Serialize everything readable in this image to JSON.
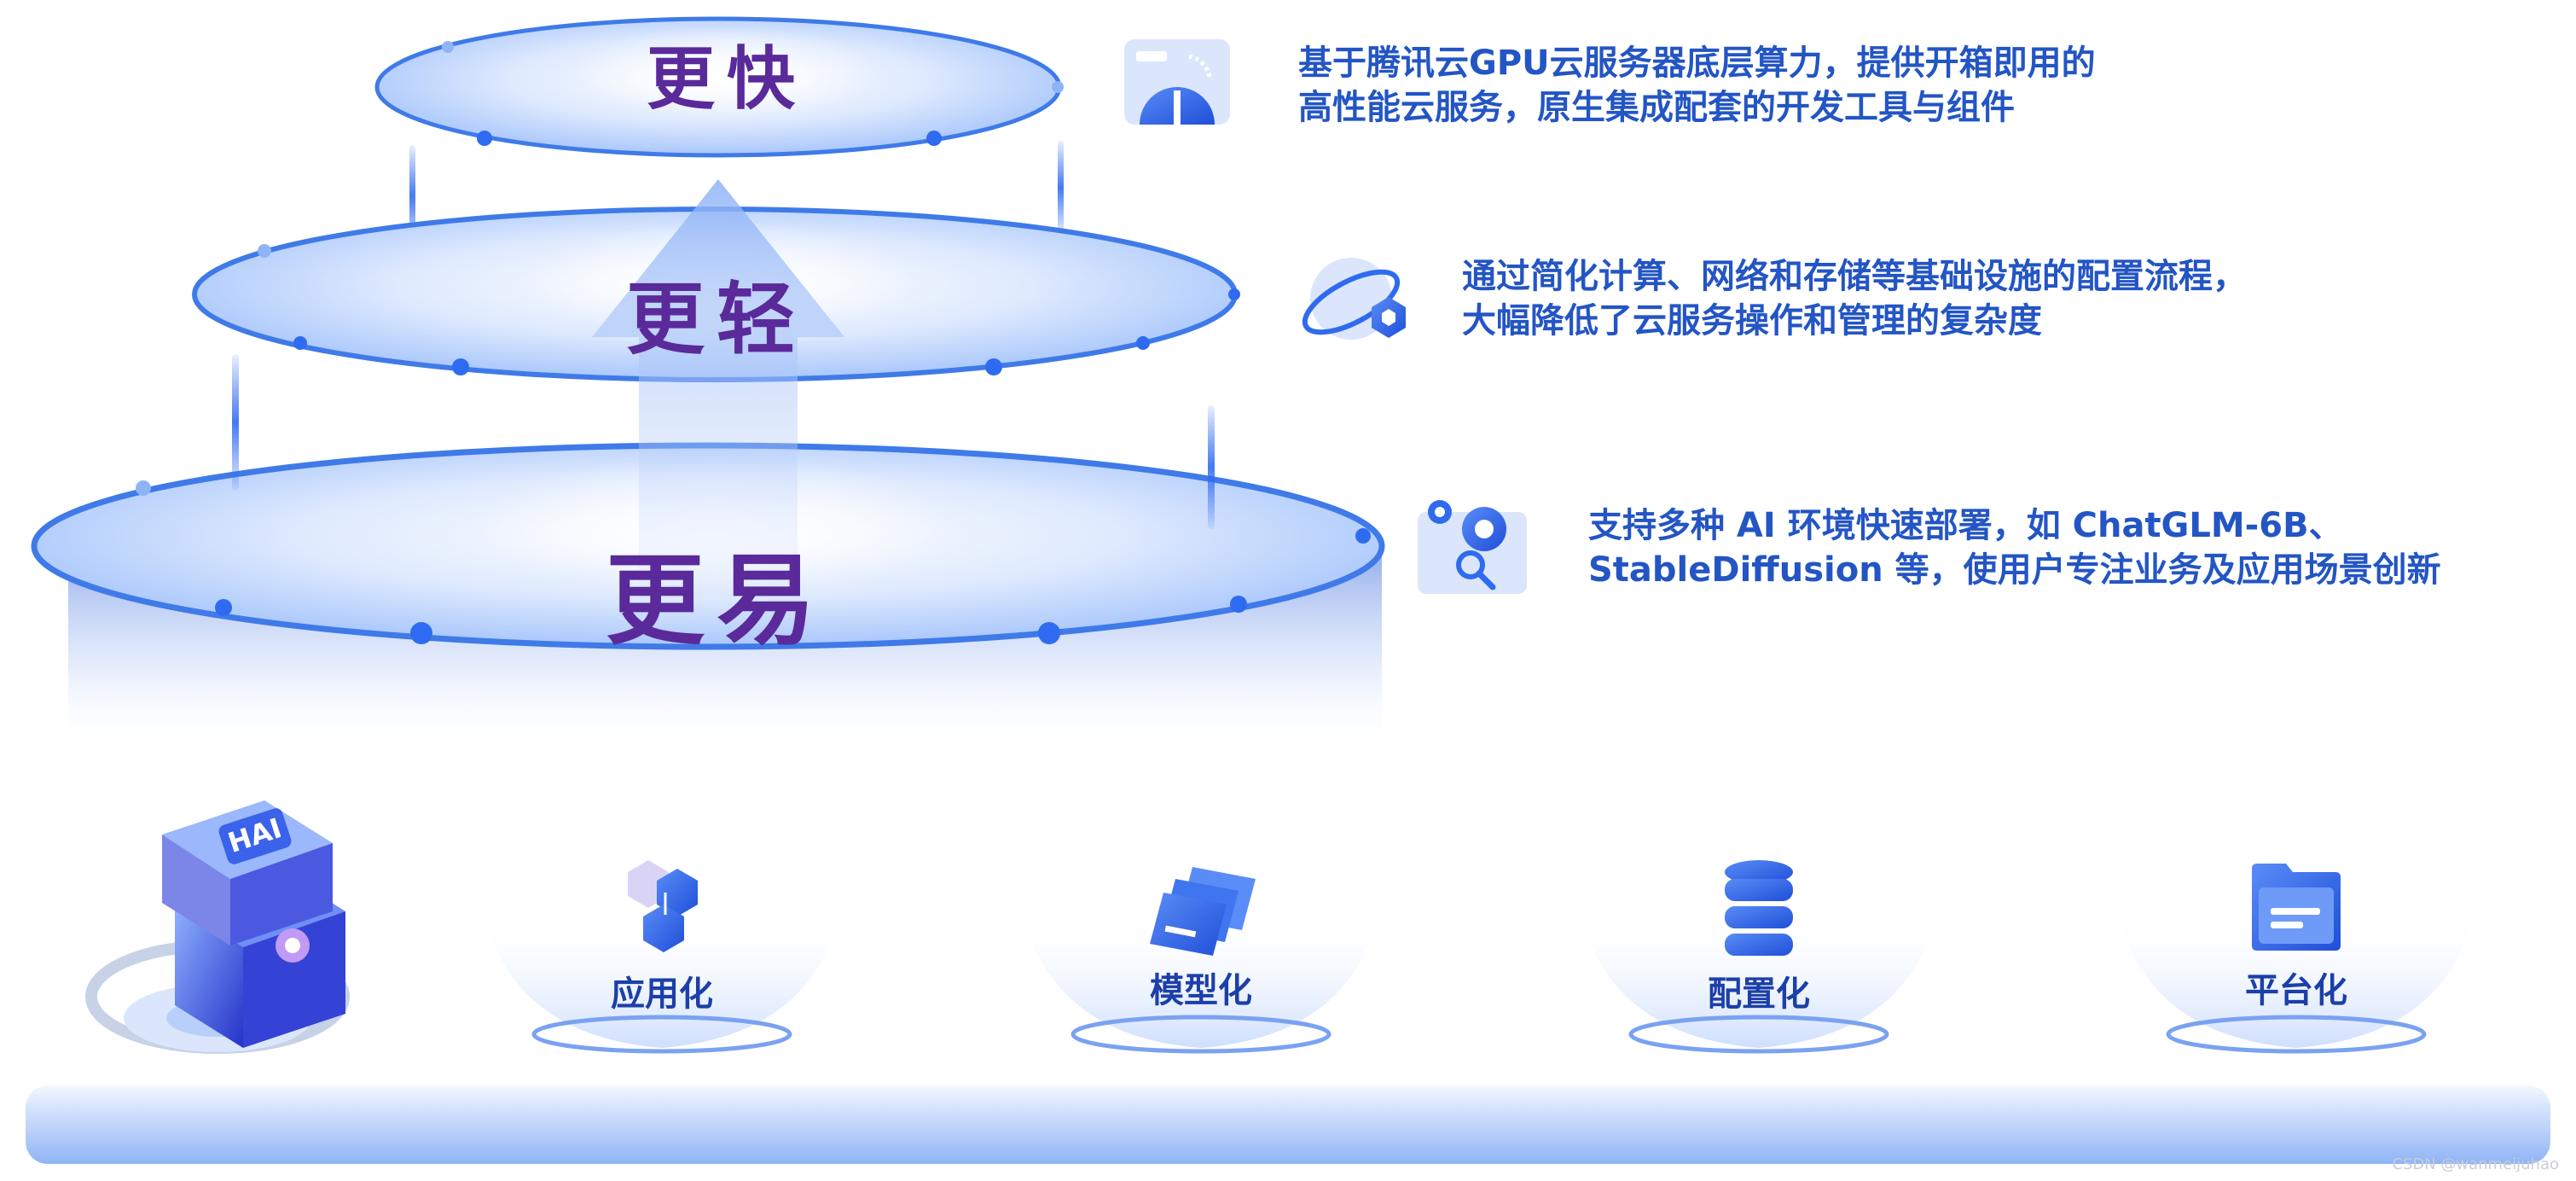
{
  "tiers": [
    {
      "label": "更快",
      "description": [
        "基于腾讯云GPU云服务器底层算力，提供开箱即用的",
        "高性能云服务，原生集成配套的开发工具与组件"
      ],
      "icon": "gauge-icon"
    },
    {
      "label": "更轻",
      "description": [
        "通过简化计算、网络和存储等基础设施的配置流程，",
        "大幅降低了云服务操作和管理的复杂度"
      ],
      "icon": "planet-icon"
    },
    {
      "label": "更易",
      "description": [
        "支持多种 AI 环境快速部署，如 ChatGLM-6B、",
        "StableDiffusion 等，使用户专注业务及应用场景创新"
      ],
      "icon": "gear-search-icon"
    }
  ],
  "hero_badge": "HAI",
  "features": [
    {
      "label": "应用化",
      "icon": "cubes-icon"
    },
    {
      "label": "模型化",
      "icon": "servers-icon"
    },
    {
      "label": "配置化",
      "icon": "database-icon"
    },
    {
      "label": "平台化",
      "icon": "folder-icon"
    }
  ],
  "watermark": "CSDN @wanmeijuhao",
  "colors": {
    "tier_text": "#5a2a9b",
    "description_text": "#2355c4",
    "feature_text": "#1c3fa8",
    "accent_blue": "#2f6bf0",
    "disc_edge": "#3f7ae8"
  }
}
